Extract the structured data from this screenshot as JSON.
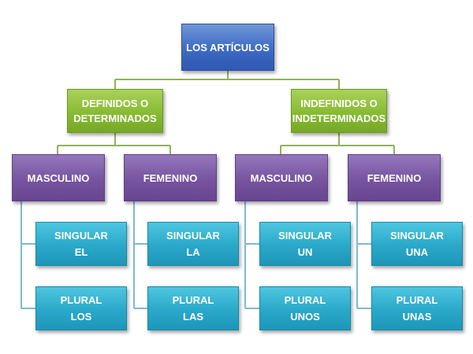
{
  "root": {
    "label": "LOS ARTÍCULOS"
  },
  "groups": [
    {
      "label_line1": "DEFINIDOS O",
      "label_line2": "DETERMINADOS",
      "genders": [
        {
          "label": "MASCULINO",
          "items": [
            {
              "line1": "SINGULAR",
              "line2": "EL"
            },
            {
              "line1": "PLURAL",
              "line2": "LOS"
            }
          ]
        },
        {
          "label": "FEMENINO",
          "items": [
            {
              "line1": "SINGULAR",
              "line2": "LA"
            },
            {
              "line1": "PLURAL",
              "line2": "LAS"
            }
          ]
        }
      ]
    },
    {
      "label_line1": "INDEFINIDOS O",
      "label_line2": "INDETERMINADOS",
      "genders": [
        {
          "label": "MASCULINO",
          "items": [
            {
              "line1": "SINGULAR",
              "line2": "UN"
            },
            {
              "line1": "PLURAL",
              "line2": "UNOS"
            }
          ]
        },
        {
          "label": "FEMENINO",
          "items": [
            {
              "line1": "SINGULAR",
              "line2": "UNA"
            },
            {
              "line1": "PLURAL",
              "line2": "UNAS"
            }
          ]
        }
      ]
    }
  ],
  "colors": {
    "root": "#3d6ac4",
    "level1": "#88bb33",
    "level2": "#76549f",
    "leaf": "#2aa8c9"
  }
}
